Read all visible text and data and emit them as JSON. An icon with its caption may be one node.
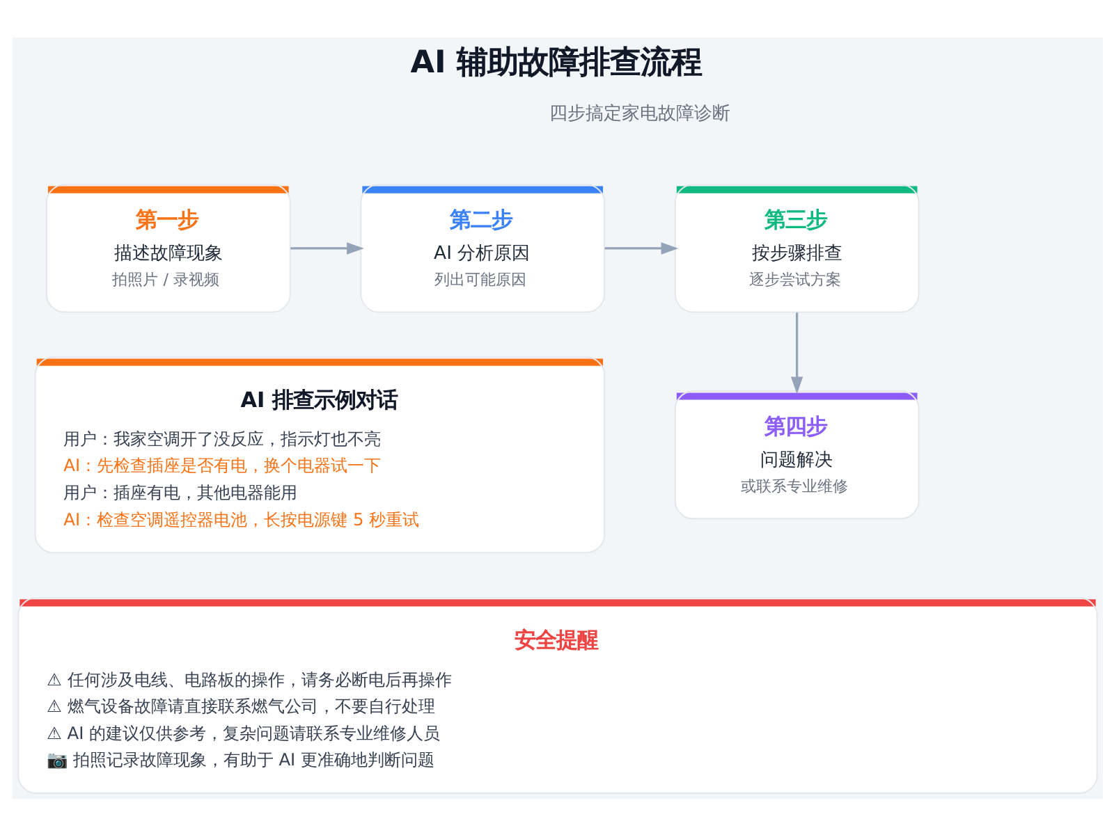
{
  "diagram": {
    "title": "AI 辅助故障排查流程",
    "nodes": [
      {
        "text": [
          "第一步",
          "描述故障现象",
          "拍照片 / 录视频"
        ]
      },
      {
        "text": [
          "第二步",
          "AI 分析原因",
          "列出可能原因"
        ]
      },
      {
        "text": [
          "第三步",
          "按步骤排查",
          "逐步尝试方案"
        ]
      },
      {
        "text": [
          "第四步",
          "问题解决",
          "或联系专业维修"
        ]
      },
      {
        "text": [
          "AI 排查示例对话",
          "用户：我家空调开了没反应，指示灯也不亮",
          "AI：先检查插座是否有电，换个电器试一下",
          "用户：插座有电，其他电器能用",
          "AI：检查空调遥控器电池，长按电源键 5 秒重试"
        ]
      },
      {
        "text": [
          "安全提醒",
          "⚠ 任何涉及电线、电路板的操作，请务必断电后再操作",
          "⚠ 燃气设备故障请直接联系燃气公司，不要自行处理",
          "⚠ AI 的建议仅供参考，复杂问题请联系专业维修人员",
          "📷 拍照记录故障现象，有助于 AI 更准确地判断问题"
        ]
      }
    ],
    "edges": [
      {
        "from": 0,
        "to": 1,
        "arrow": "to"
      },
      {
        "from": 1,
        "to": 2,
        "arrow": "to"
      },
      {
        "from": 2,
        "to": 3,
        "arrow": "to"
      }
    ],
    "labels": [
      "四步搞定家电故障诊断"
    ]
  }
}
